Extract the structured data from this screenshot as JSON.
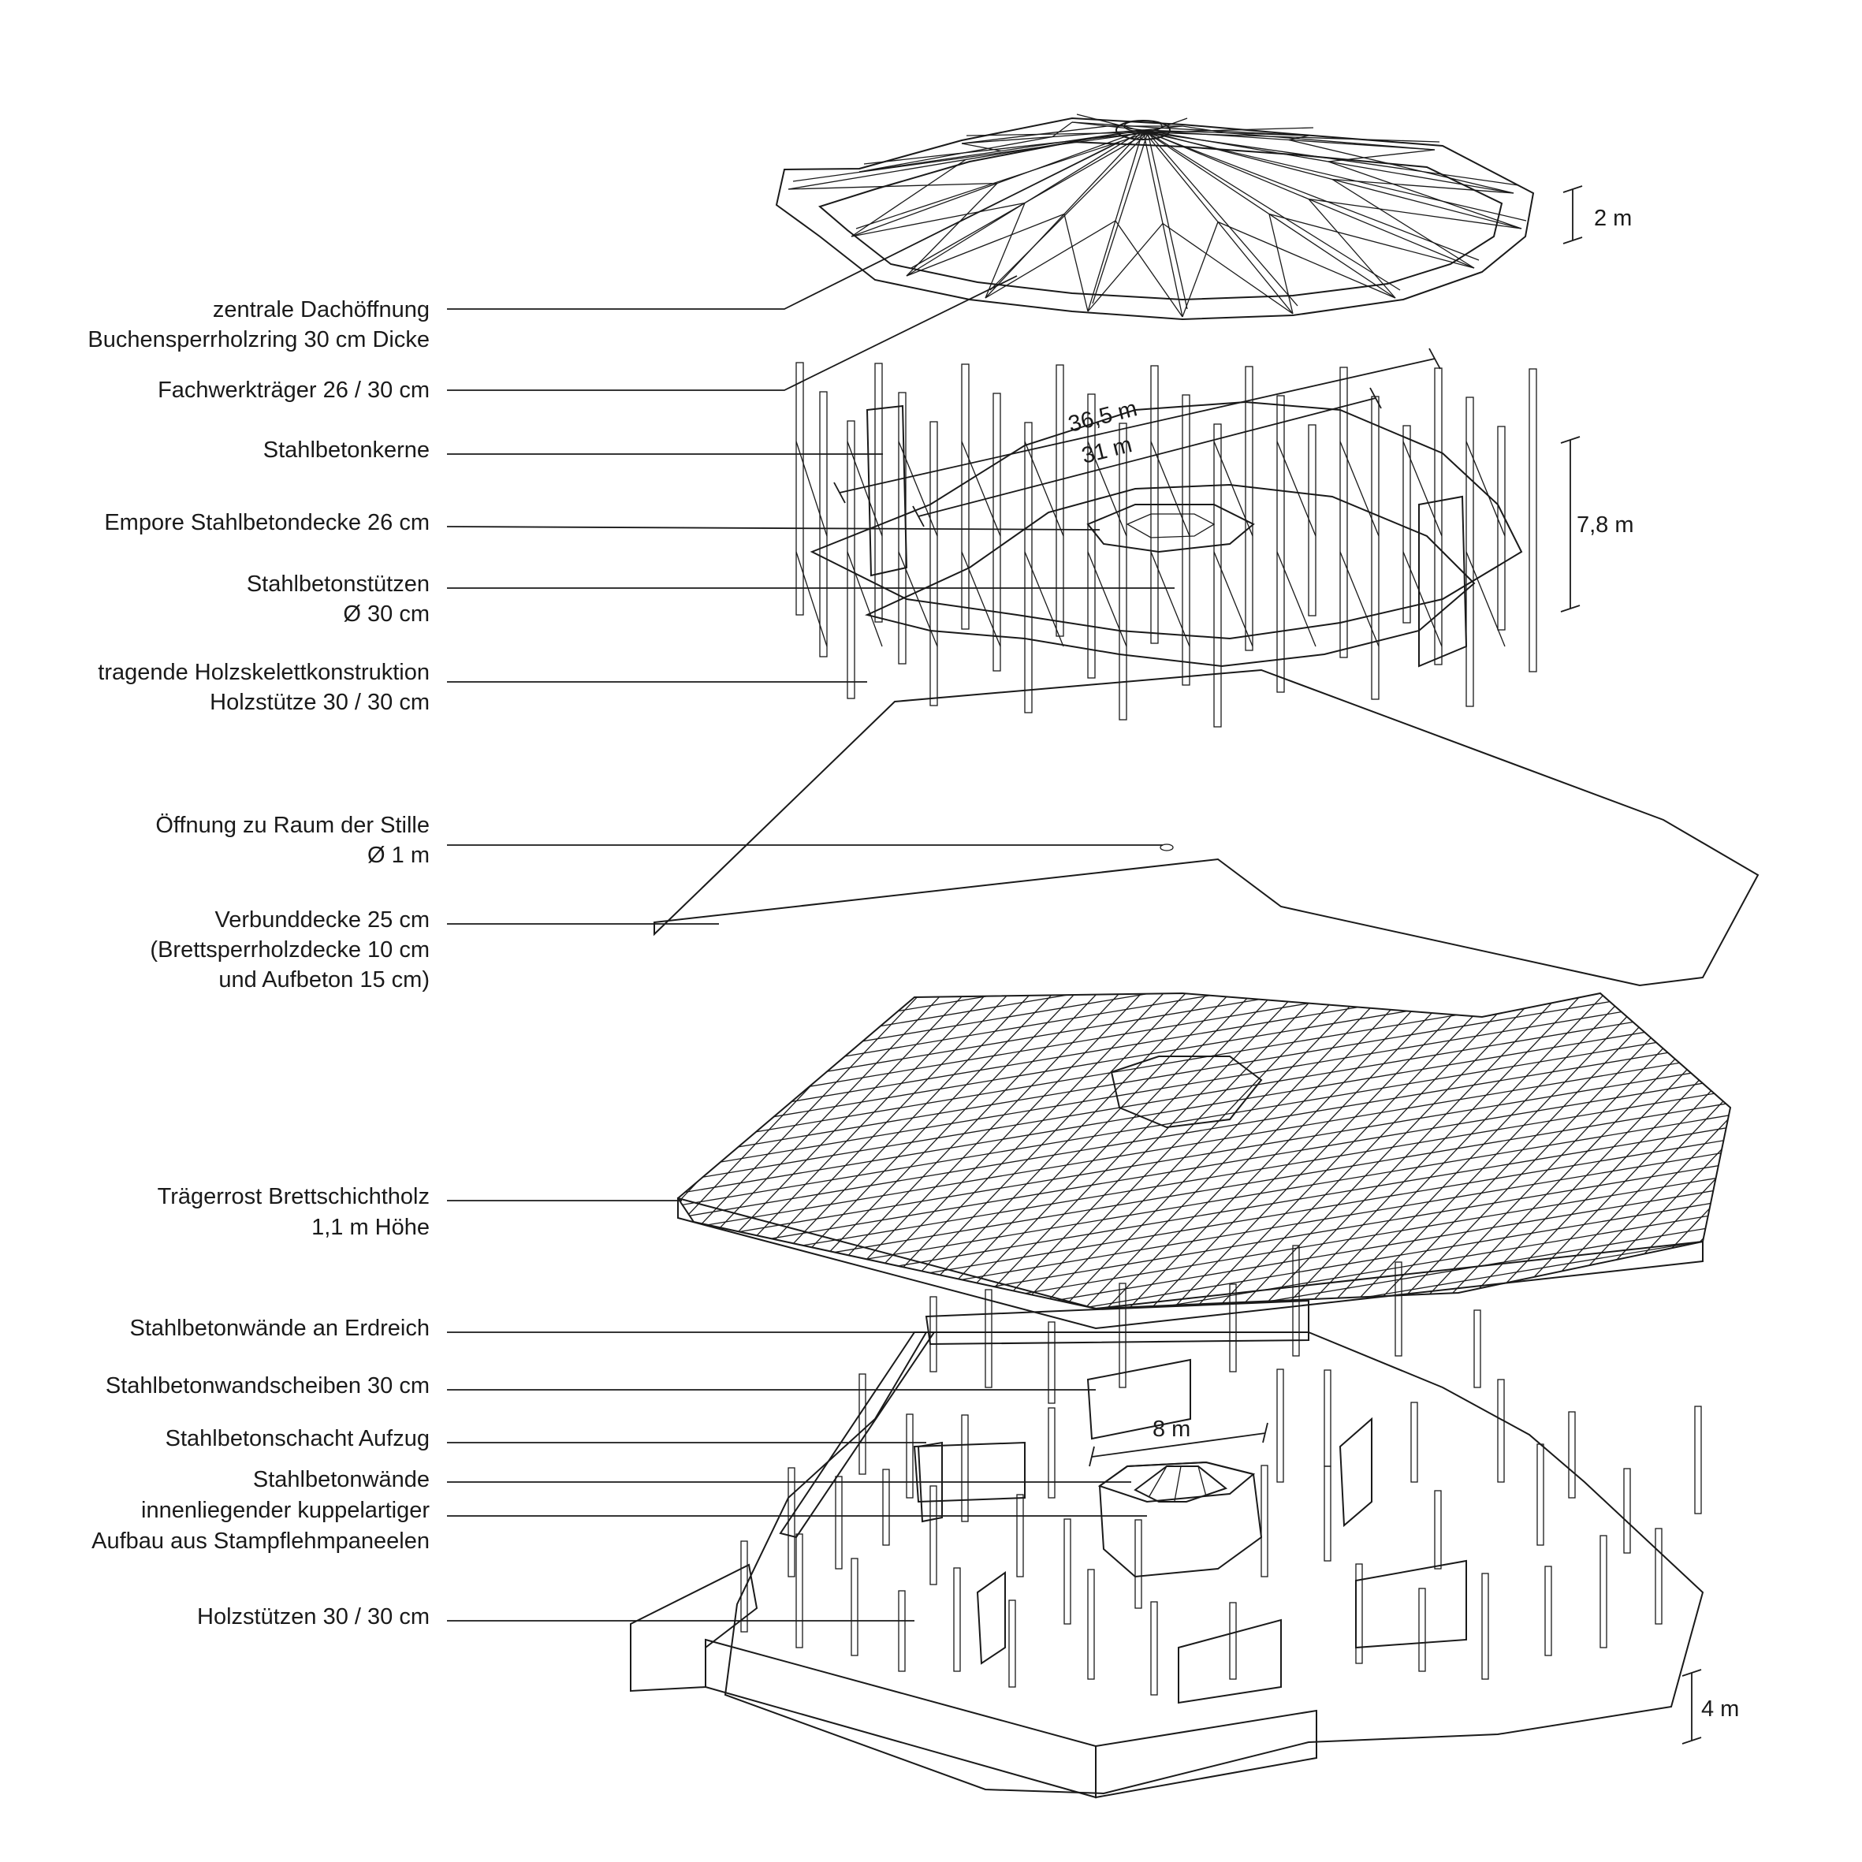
{
  "labels": {
    "roof_opening": [
      "zentrale Dachöffnung",
      "Buchensperrholzring 30 cm Dicke"
    ],
    "truss": [
      "Fachwerkträger 26 / 30 cm"
    ],
    "cores": [
      "Stahlbetonkerne"
    ],
    "gallery": [
      "Empore Stahlbetondecke 26 cm"
    ],
    "columns": [
      "Stahlbetonstützen",
      "Ø 30 cm"
    ],
    "timber_frame": [
      "tragende Holzskelettkonstruktion",
      "Holzstütze 30 / 30 cm"
    ],
    "silence_opening": [
      "Öffnung zu Raum der Stille",
      "Ø 1 m"
    ],
    "composite_slab": [
      "Verbunddecke 25 cm",
      "(Brettsperrholzdecke 10 cm",
      "und Aufbeton 15 cm)"
    ],
    "grid": [
      "Trägerrost Brettschichtholz",
      "1,1 m Höhe"
    ],
    "earth_walls": [
      "Stahlbetonwände an Erdreich"
    ],
    "shear_walls": [
      "Stahlbetonwandscheiben 30 cm"
    ],
    "elevator": [
      "Stahlbetonschacht Aufzug"
    ],
    "inner_walls": [
      "Stahlbetonwände",
      "innenliegender kuppelartiger",
      "Aufbau aus Stampflehmpaneelen"
    ],
    "timber_columns": [
      "Holzstützen  30 / 30 cm"
    ]
  },
  "dimensions": {
    "roof_height": "2 m",
    "span_outer": "36,5 m",
    "span_inner": "31 m",
    "storey_height": "7,8 m",
    "dome_width": "8 m",
    "basement_height": "4 m"
  },
  "colors": {
    "line": "#1a1a1a",
    "floor": "#dedede",
    "wall_dark": "#b3b3b3",
    "wall_mid": "#c8c8c8",
    "core": "#9c9c9c",
    "paper": "#ffffff"
  }
}
